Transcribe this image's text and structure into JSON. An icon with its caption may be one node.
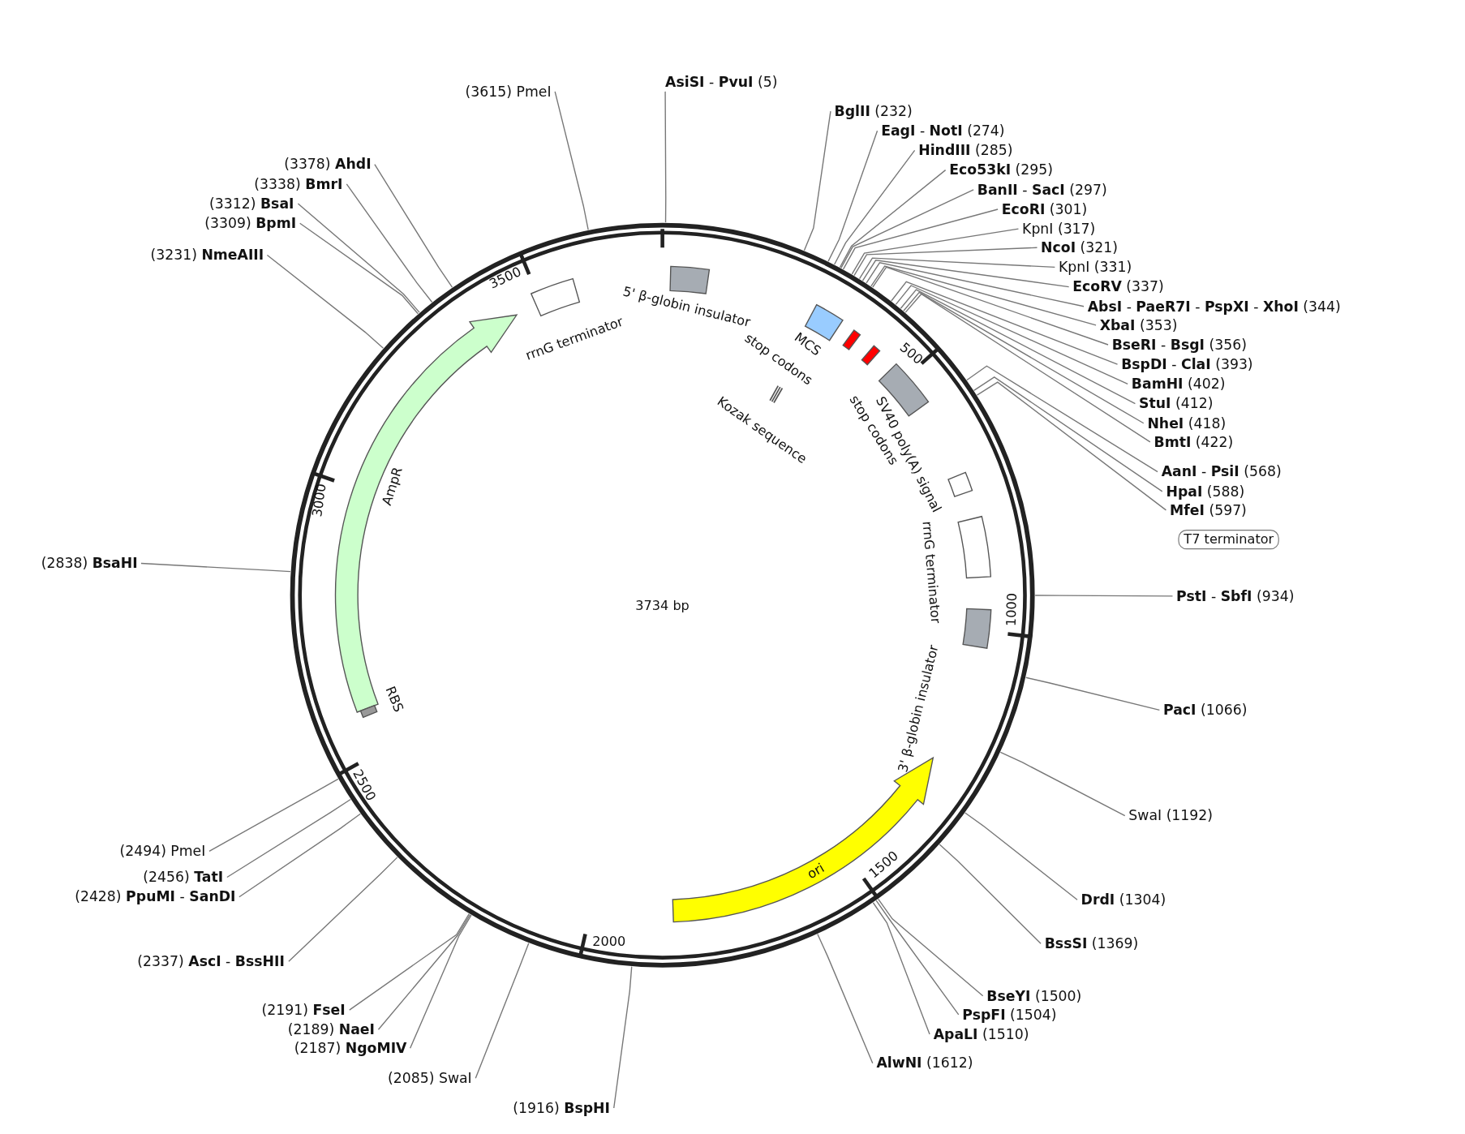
{
  "diagram": {
    "nodes": [
      {
        "text": [],
        "shape": "circle"
      },
      {
        "text": [
          "rrnG terminator"
        ],
        "in": 0
      },
      {
        "text": [
          "5' β-globin insulator"
        ],
        "in": 0
      },
      {
        "text": [
          "MCS"
        ],
        "in": 0
      },
      {
        "text": [
          "stop codons"
        ],
        "in": 0
      },
      {
        "text": [
          "Kozak sequence"
        ],
        "in": 0
      },
      {
        "text": [
          "stop codons"
        ],
        "in": 0
      },
      {
        "text": [
          "SV40 poly(A) signal"
        ],
        "in": 0
      },
      {
        "text": [
          "T7 terminator"
        ]
      },
      {
        "text": [
          "rrnG terminator"
        ],
        "in": 0
      },
      {
        "text": [
          "3' β-globin insulator"
        ],
        "in": 0
      },
      {
        "text": [
          "ori"
        ],
        "in": 0
      },
      {
        "text": [
          "AmpR"
        ],
        "in": 0
      },
      {
        "text": [
          "RBS"
        ],
        "in": 0
      },
      {
        "text": [
          "**AsiSI** - **PvuI** (5)"
        ]
      },
      {
        "text": [
          "**BglII** (232)"
        ]
      },
      {
        "text": [
          "**EagI** - **NotI** (274)"
        ]
      },
      {
        "text": [
          "**HindIII** (285)"
        ]
      },
      {
        "text": [
          "**Eco53kI** (295)"
        ]
      },
      {
        "text": [
          "**BanII** - **SacI** (297)"
        ]
      },
      {
        "text": [
          "**EcoRI** (301)"
        ]
      },
      {
        "text": [
          "KpnI (317)"
        ]
      },
      {
        "text": [
          "**NcoI** (321)"
        ]
      },
      {
        "text": [
          "KpnI (331)"
        ]
      },
      {
        "text": [
          "**EcoRV** (337)"
        ]
      },
      {
        "text": [
          "**AbsI** - **PaeR7I** - **PspXI** - **XhoI** (344)"
        ]
      },
      {
        "text": [
          "**XbaI** (353)"
        ]
      },
      {
        "text": [
          "**BseRI** - **BsgI** (356)"
        ]
      },
      {
        "text": [
          "**BspDI** - **ClaI** (393)"
        ]
      },
      {
        "text": [
          "**BamHI** (402)"
        ]
      },
      {
        "text": [
          "**StuI** (412)"
        ]
      },
      {
        "text": [
          "**NheI** (418)"
        ]
      },
      {
        "text": [
          "**BmtI** (422)"
        ]
      },
      {
        "text": [
          "**AanI** - **PsiI** (568)"
        ]
      },
      {
        "text": [
          "**HpaI** (588)"
        ]
      },
      {
        "text": [
          "**MfeI** (597)"
        ]
      },
      {
        "text": [
          "**PstI** - **SbfI** (934)"
        ]
      },
      {
        "text": [
          "**PacI** (1066)"
        ]
      },
      {
        "text": [
          "SwaI (1192)"
        ]
      },
      {
        "text": [
          "**DrdI** (1304)"
        ]
      },
      {
        "text": [
          "**BssSI** (1369)"
        ]
      },
      {
        "text": [
          "**BseYI** (1500)"
        ]
      },
      {
        "text": [
          "**PspFI** (1504)"
        ]
      },
      {
        "text": [
          "**ApaLI** (1510)"
        ]
      },
      {
        "text": [
          "**AlwNI** (1612)"
        ]
      },
      {
        "text": [
          "(1916) **BspHI**"
        ]
      },
      {
        "text": [
          "(2085) SwaI"
        ]
      },
      {
        "text": [
          "(2187) **NgoMIV**"
        ]
      },
      {
        "text": [
          "(2189) **NaeI**"
        ]
      },
      {
        "text": [
          "(2191) **FseI**"
        ]
      },
      {
        "text": [
          "(2337) **AscI** - **BssHII**"
        ]
      },
      {
        "text": [
          "(2428) **PpuMI** - **SanDI**"
        ]
      },
      {
        "text": [
          "(2456) **TatI**"
        ]
      },
      {
        "text": [
          "(2494) PmeI"
        ]
      },
      {
        "text": [
          "(2838) **BsaHI**"
        ]
      },
      {
        "text": [
          "(3231) **NmeAIII**"
        ]
      },
      {
        "text": [
          "(3309) **BpmI**"
        ]
      },
      {
        "text": [
          "(3312) **BsaI**"
        ]
      },
      {
        "text": [
          "(3338) **BmrI**"
        ]
      },
      {
        "text": [
          "(3378) **AhdI**"
        ]
      },
      {
        "text": [
          "(3615) PmeI"
        ]
      }
    ],
    "edges": [
      {
        "from": 14,
        "to": 0,
        "arrow": "none"
      },
      {
        "from": 15,
        "to": 0,
        "arrow": "none"
      },
      {
        "from": 16,
        "to": 0,
        "arrow": "none"
      },
      {
        "from": 17,
        "to": 0,
        "arrow": "none"
      },
      {
        "from": 18,
        "to": 0,
        "arrow": "none"
      },
      {
        "from": 19,
        "to": 0,
        "arrow": "none"
      },
      {
        "from": 20,
        "to": 0,
        "arrow": "none"
      },
      {
        "from": 21,
        "to": 0,
        "arrow": "none"
      },
      {
        "from": 22,
        "to": 0,
        "arrow": "none"
      },
      {
        "from": 23,
        "to": 0,
        "arrow": "none"
      },
      {
        "from": 24,
        "to": 0,
        "arrow": "none"
      },
      {
        "from": 25,
        "to": 0,
        "arrow": "none"
      },
      {
        "from": 26,
        "to": 0,
        "arrow": "none"
      },
      {
        "from": 27,
        "to": 0,
        "arrow": "none"
      },
      {
        "from": 28,
        "to": 0,
        "arrow": "none"
      },
      {
        "from": 29,
        "to": 0,
        "arrow": "none"
      },
      {
        "from": 30,
        "to": 0,
        "arrow": "none"
      },
      {
        "from": 31,
        "to": 0,
        "arrow": "none"
      },
      {
        "from": 32,
        "to": 0,
        "arrow": "none"
      },
      {
        "from": 33,
        "to": 0,
        "arrow": "none"
      },
      {
        "from": 34,
        "to": 0,
        "arrow": "none"
      },
      {
        "from": 35,
        "to": 0,
        "arrow": "none"
      },
      {
        "from": 36,
        "to": 0,
        "arrow": "none"
      },
      {
        "from": 37,
        "to": 0,
        "arrow": "none"
      },
      {
        "from": 38,
        "to": 0,
        "arrow": "none"
      },
      {
        "from": 39,
        "to": 0,
        "arrow": "none"
      },
      {
        "from": 40,
        "to": 0,
        "arrow": "none"
      },
      {
        "from": 41,
        "to": 0,
        "arrow": "none"
      },
      {
        "from": 42,
        "to": 0,
        "arrow": "none"
      },
      {
        "from": 43,
        "to": 0,
        "arrow": "none"
      },
      {
        "from": 44,
        "to": 0,
        "arrow": "none"
      },
      {
        "from": 45,
        "to": 0,
        "arrow": "none"
      },
      {
        "from": 46,
        "to": 0,
        "arrow": "none"
      },
      {
        "from": 47,
        "to": 0,
        "arrow": "none"
      },
      {
        "from": 48,
        "to": 0,
        "arrow": "none"
      },
      {
        "from": 49,
        "to": 0,
        "arrow": "none"
      },
      {
        "from": 50,
        "to": 0,
        "arrow": "none"
      },
      {
        "from": 51,
        "to": 0,
        "arrow": "none"
      },
      {
        "from": 52,
        "to": 0,
        "arrow": "none"
      },
      {
        "from": 53,
        "to": 0,
        "arrow": "none"
      },
      {
        "from": 54,
        "to": 0,
        "arrow": "none"
      },
      {
        "from": 55,
        "to": 0,
        "arrow": "none"
      },
      {
        "from": 56,
        "to": 0,
        "arrow": "none"
      },
      {
        "from": 57,
        "to": 0,
        "arrow": "none"
      },
      {
        "from": 58,
        "to": 0,
        "arrow": "none"
      },
      {
        "from": 59,
        "to": 0,
        "arrow": "none"
      },
      {
        "from": 60,
        "to": 0,
        "arrow": "none"
      }
    ],
    "labels": [
      "3500",
      "500",
      "3000",
      "1000",
      "3734 bp",
      "2500",
      "1500",
      "2000"
    ]
  }
}
